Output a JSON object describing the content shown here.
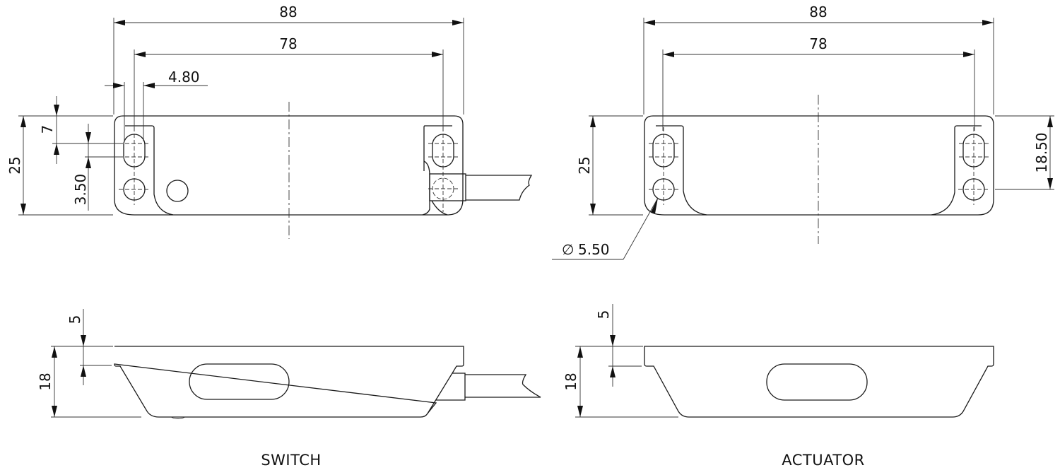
{
  "drawing": {
    "type": "technical-dimension-drawing",
    "units": "mm",
    "views": [
      {
        "caption": "SWITCH",
        "top_view": {
          "overall_length": "88",
          "hole_spacing": "78",
          "slot_offset": "4.80",
          "height": "25",
          "slot_length": "7",
          "slot_offset_vertical": "3.50"
        },
        "side_view": {
          "flange_thickness": "5",
          "height": "18"
        }
      },
      {
        "caption": "ACTUATOR",
        "top_view": {
          "overall_length": "88",
          "hole_spacing": "78",
          "height": "25",
          "hole_spacing_vertical": "18.50",
          "hole_diameter_symbol": "∅",
          "hole_diameter": "5.50"
        },
        "side_view": {
          "flange_thickness": "5",
          "height": "18"
        }
      }
    ]
  }
}
